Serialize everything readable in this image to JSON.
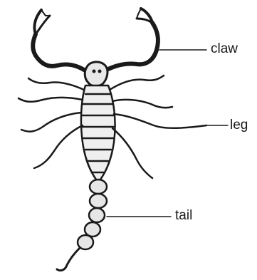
{
  "diagram": {
    "subject-icon": "scorpion-illustration",
    "labels": {
      "claw": "claw",
      "leg": "leg",
      "tail": "tail"
    },
    "ink_color": "#1a1a1a"
  }
}
